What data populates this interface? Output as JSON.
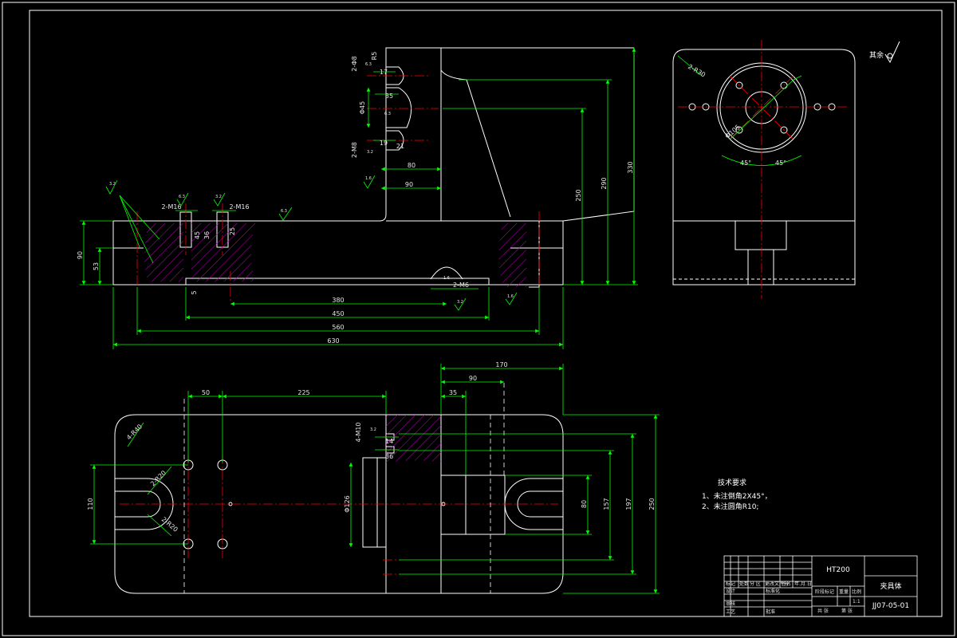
{
  "drawing": {
    "colors": {
      "background": "#000000",
      "outline": "#ffffff",
      "dimension": "#00ff00",
      "centerline": "#ff0000",
      "hatch": "#c000c0"
    },
    "front_view": {
      "dims": {
        "d630": "630",
        "d560": "560",
        "d450": "450",
        "d380": "380",
        "d90v": "90",
        "d53": "53",
        "d5": "5",
        "d250": "250",
        "d290": "290",
        "d330": "330",
        "d80": "80",
        "d90h": "90",
        "d35": "35",
        "d17": "17",
        "d19": "19",
        "d21": "21",
        "d45": "45",
        "d36": "36",
        "d25": "25",
        "phi45": "Φ45",
        "m16a": "2-M16",
        "m16b": "2-M16",
        "m6": "2-M6",
        "m8": "2-M8",
        "phi8": "2-Φ8",
        "r5": "R5",
        "rough1": "3.2",
        "rough2": "6.3",
        "rough3": "3.2",
        "rough4": "6.3",
        "rough5": "3.2",
        "rough6": "6.3",
        "rough7": "6.3",
        "rough8": "3.2",
        "rough9": "1.6",
        "rough10": "1.6",
        "rough11": "1.6"
      }
    },
    "side_view": {
      "dims": {
        "r30": "2-R30",
        "phi105": "Φ105",
        "a45a": "45°",
        "a45b": "45°"
      },
      "surface_note": "其余"
    },
    "top_view": {
      "dims": {
        "d50": "50",
        "d225": "225",
        "d170": "170",
        "d90": "90",
        "d35": "35",
        "d110": "110",
        "d80": "80",
        "d157": "157",
        "d197": "197",
        "d250": "250",
        "phi126": "Φ126",
        "r40": "4-R40",
        "r20a": "2-R20",
        "r20b": "2-R20",
        "m10": "4-M10",
        "d14": "14",
        "d36": "36",
        "rough": "3.2"
      }
    },
    "tech_req": {
      "title": "技术要求",
      "item1": "1、未注倒角2X45°，",
      "item2": "2、未注圆角R10;"
    },
    "title_block": {
      "material": "HT200",
      "name": "夹具体",
      "code": "JJ07-05-01",
      "labels": [
        "标记",
        "处数",
        "分 区",
        "更改文件号",
        "签名",
        "年.月.日",
        "设计",
        "标准化",
        "审核",
        "工艺",
        "批准",
        "阶段标记",
        "重量",
        "比例",
        "共 张",
        "第 张",
        "1:1"
      ]
    }
  }
}
